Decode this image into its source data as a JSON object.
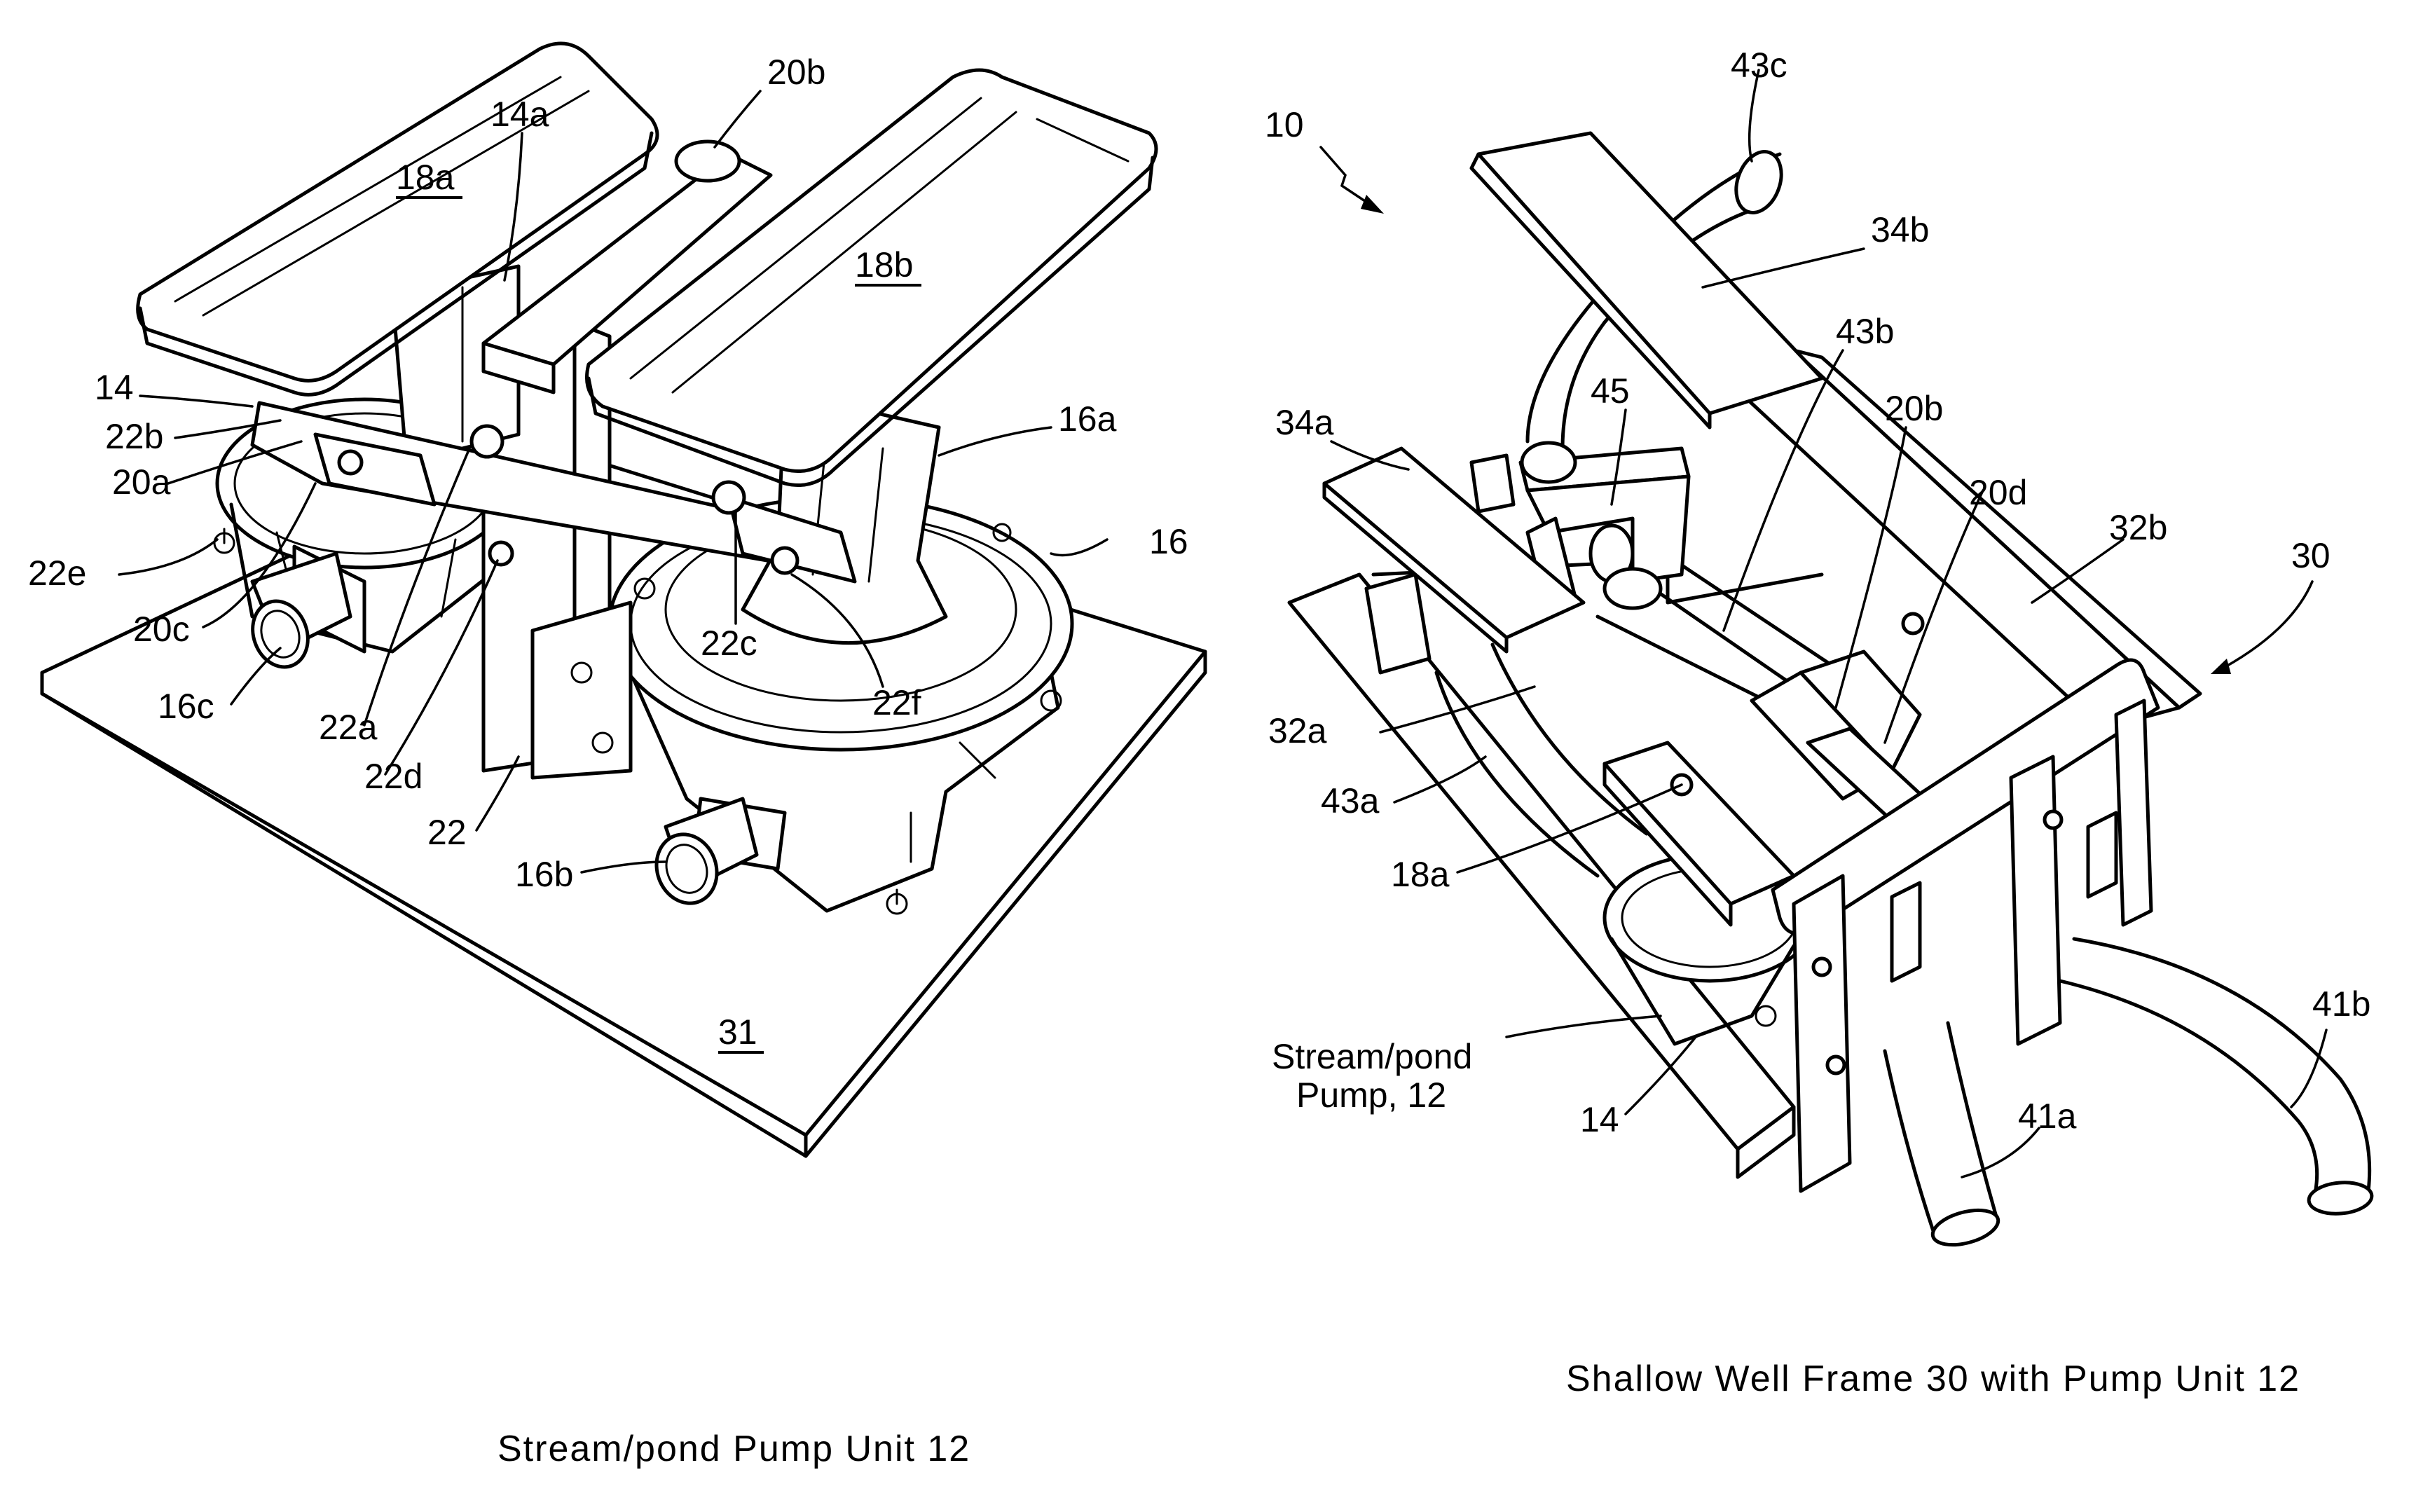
{
  "figure_left": {
    "caption": "Stream/pond Pump Unit 12",
    "labels": {
      "l20b": "20b",
      "l14a": "14a",
      "l18a": "18a",
      "l18b": "18b",
      "l14": "14",
      "l22b": "22b",
      "l20a": "20a",
      "l16a": "16a",
      "l16": "16",
      "l22e": "22e",
      "l20c": "20c",
      "l22c": "22c",
      "l22f": "22f",
      "l16c": "16c",
      "l22a": "22a",
      "l22d": "22d",
      "l22": "22",
      "l16b": "16b",
      "l31": "31"
    }
  },
  "figure_right": {
    "caption": "Shallow Well Frame 30 with Pump Unit 12",
    "labels": {
      "l10": "10",
      "l43c": "43c",
      "l34b": "34b",
      "l43b": "43b",
      "l45": "45",
      "l34a": "34a",
      "l20b": "20b",
      "l20d": "20d",
      "l32b": "32b",
      "l30": "30",
      "l32a": "32a",
      "l43a": "43a",
      "l18a": "18a",
      "l41b": "41b",
      "l41a": "41a",
      "l14": "14",
      "stream_line1": "Stream/pond",
      "stream_line2": "Pump, 12"
    }
  }
}
